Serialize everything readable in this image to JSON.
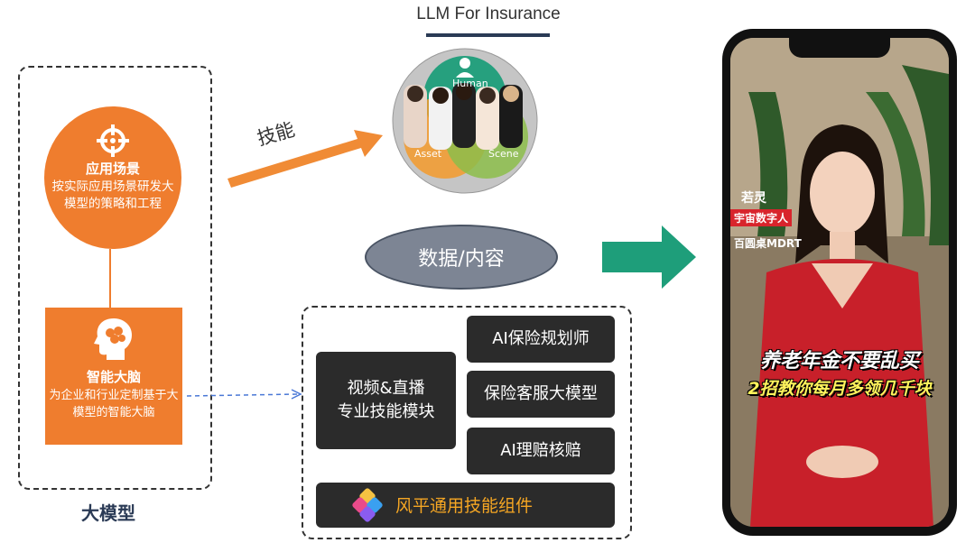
{
  "header": {
    "title": "LLM  For Insurance"
  },
  "left_panel": {
    "scene": {
      "title": "应用场景",
      "desc": "按实际应用场景研发大模型的策略和工程",
      "icon": "crosshair-icon"
    },
    "brain": {
      "title": "智能大脑",
      "desc": "为企业和行业定制基于大模型的智能大脑",
      "icon": "brain-head-icon"
    },
    "label": "大模型"
  },
  "venn": {
    "labels": {
      "top": "Human",
      "left": "Asset",
      "right": "Scene"
    },
    "colors": {
      "top": "#1e9e7a",
      "left": "#f39a2b",
      "right": "#8cbd4a",
      "outer": "#c5c5c5"
    }
  },
  "skill_arrow": {
    "label": "技能",
    "color": "#f08b35"
  },
  "data_oval": {
    "label": "数据/内容"
  },
  "modules": {
    "video": "视频&直播\n专业技能模块",
    "items": [
      "AI保险规划师",
      "保险客服大模型",
      "AI理赔核赔"
    ],
    "fengping": "风平通用技能组件"
  },
  "green_arrow": {
    "color": "#1e9e7a"
  },
  "phone": {
    "tag_name": "若灵",
    "tag_red": "宇宙数字人",
    "tag_mdrt": "百圆桌MDRT",
    "caption1": "养老年金不要乱买",
    "caption2": "2招教你每月多领几千块"
  }
}
